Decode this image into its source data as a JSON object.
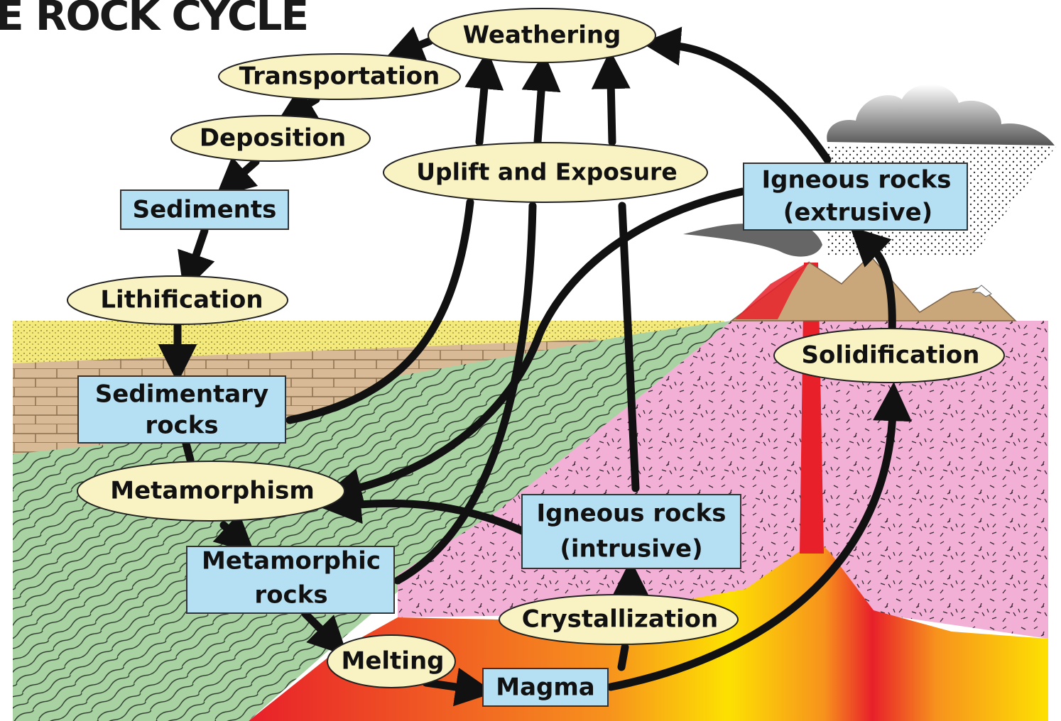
{
  "diagram": {
    "title": "E ROCK CYCLE",
    "processes": {
      "weathering": "Weathering",
      "transportation": "Transportation",
      "deposition": "Deposition",
      "lithification": "Lithification",
      "uplift": "Uplift and Exposure",
      "metamorphism": "Metamorphism",
      "melting": "Melting",
      "crystallization": "Crystallization",
      "solidification": "Solidification"
    },
    "materials": {
      "sediments": "Sediments",
      "sedimentary_1": "Sedimentary",
      "sedimentary_2": "rocks",
      "metamorphic_1": "Metamorphic",
      "metamorphic_2": "rocks",
      "igneous_intrusive_1": "Igneous rocks",
      "igneous_intrusive_2": "(intrusive)",
      "igneous_extrusive_1": "Igneous rocks",
      "igneous_extrusive_2": "(extrusive)",
      "magma": "Magma"
    },
    "colors": {
      "process_fill": "#f9f3c4",
      "material_fill": "#b5dff3",
      "sand": "#f4ea7c",
      "sandstone": "#d7b894",
      "metamorphic_zone": "#a9d2a3",
      "igneous_zone": "#f2b0d6",
      "magma_hot": "#e8202a",
      "magma_warm": "#fde102",
      "mountains": "#c9a77a",
      "arrow": "#111111"
    }
  }
}
